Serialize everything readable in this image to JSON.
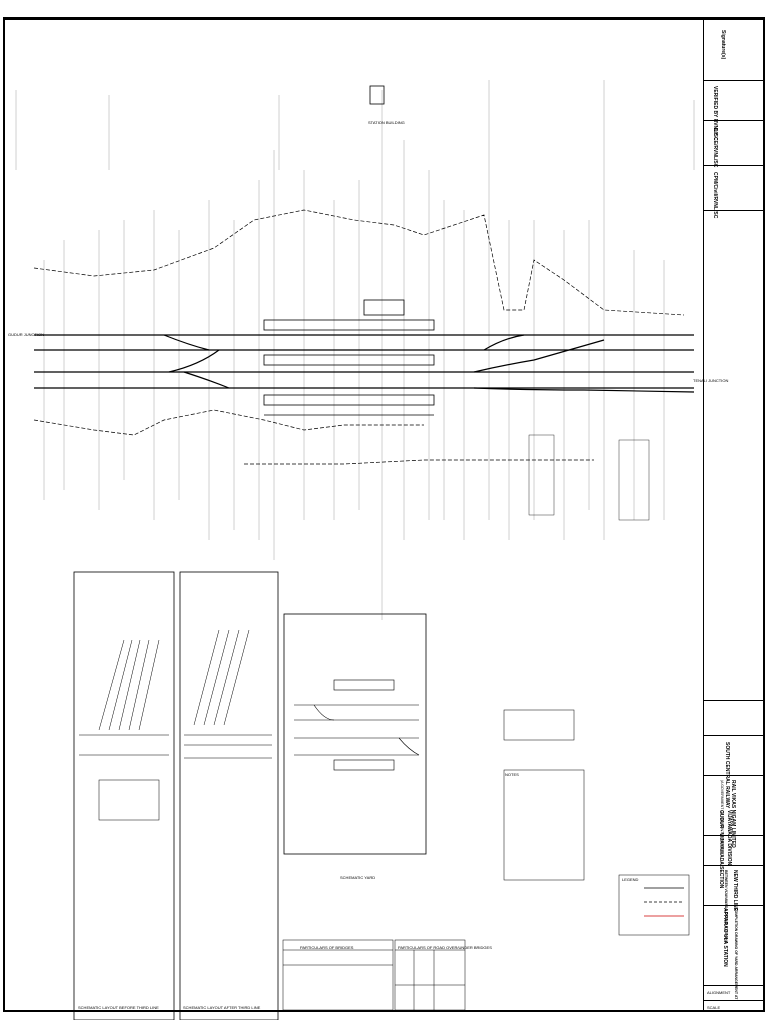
{
  "title_block": {
    "signature_label": "Signature(s)",
    "checked_1": "VERIFIED BY RVNL/SC",
    "checked_2": "DY. CE/RVNL/SC",
    "checked_3": "CPM/Civil/RVNL/SC",
    "railway": "SOUTH CENTRAL RAILWAY",
    "company": "RAIL VIKAS NIGAM LIMITED",
    "company_sub": "(A GOVERNMENT OF INDIA ENTERPRISE)",
    "division": "VIJAYAWADA DIVISION",
    "section": "GUDUR - VIJAYAWADA SECTION",
    "project": "NEW THIRD LINE",
    "project_sub": "BETWEEN VIJAYAWADA-GUDUR STATIONS",
    "drawing_title": "COMPLETION DRAWING OF YARD ARRANGEMENT AT",
    "station": "APPARAO ULA STATION",
    "drg_label": "ALIGNMENT",
    "scale_label": "SCALE"
  },
  "labels": {
    "left_junction": "GUDUR JUNCTION",
    "right_junction": "TENALI JUNCTION",
    "inset1_title": "SCHEMATIC LAYOUT BEFORE THIRD LINE",
    "inset2_title": "SCHEMATIC LAYOUT AFTER THIRD LINE",
    "inset3_title": "SCHEMATIC YARD",
    "table1_title": "PARTICULARS OF BRIDGES",
    "table2_title": "PARTICULARS OF ROAD OVER/UNDER BRIDGES",
    "legend_title": "LEGEND",
    "notes_title": "NOTES",
    "station_building": "STATION BUILDING"
  },
  "colors": {
    "line": "#000000",
    "grid": "#555555",
    "accent_red": "#cc0000"
  }
}
